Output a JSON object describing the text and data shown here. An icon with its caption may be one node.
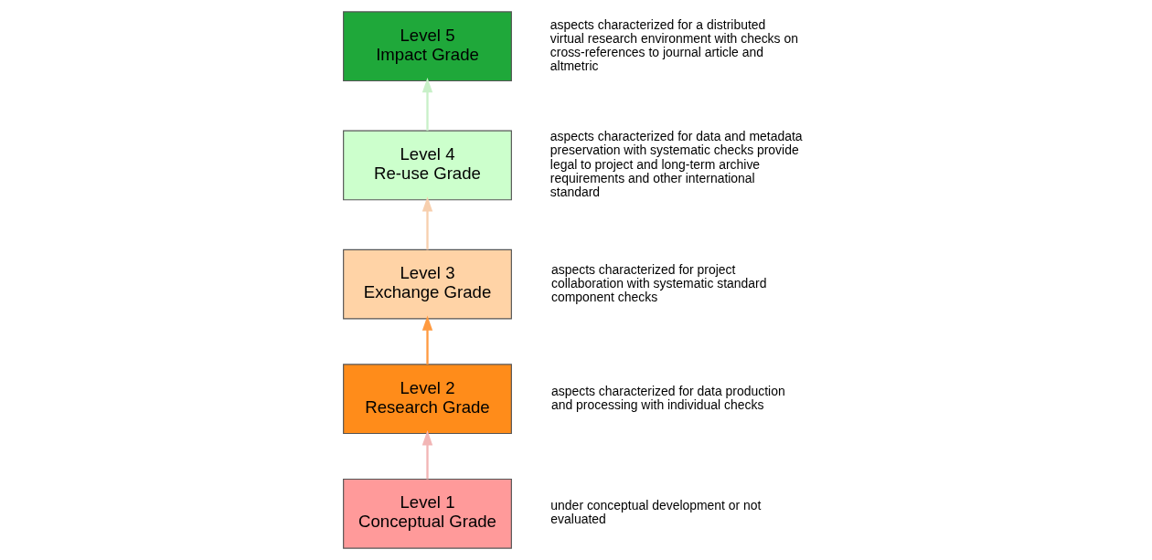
{
  "diagram": {
    "nodes": [
      {
        "text": [
          "Level 1",
          "Conceptual Grade"
        ],
        "beside": [
          "under conceptual development or not evaluated"
        ]
      },
      {
        "text": [
          "Level 2",
          "Research Grade"
        ],
        "beside": [
          "aspects characterized for data production and processing with individual checks"
        ]
      },
      {
        "text": [
          "Level 3",
          "Exchange Grade"
        ],
        "beside": [
          "aspects characterized for project collaboration with systematic standard component checks"
        ]
      },
      {
        "text": [
          "Level 4",
          "Re-use Grade"
        ],
        "beside": [
          "aspects characterized for data and metadata preservation with systematic checks provide legal to project and long-term archive requirements and other international standard"
        ]
      },
      {
        "text": [
          "Level 5",
          "Impact Grade"
        ],
        "beside": [
          "aspects characterized for a distributed virtual research environment with checks on cross-references to journal article and altmetric"
        ]
      }
    ],
    "edges": [
      {
        "from": 0,
        "to": 1,
        "arrow": "to",
        "color": "#f2b5b5"
      },
      {
        "from": 1,
        "to": 2,
        "arrow": "to",
        "color": "#ff9a40"
      },
      {
        "from": 2,
        "to": 3,
        "arrow": "to",
        "color": "#f7cfae"
      },
      {
        "from": 3,
        "to": 4,
        "arrow": "to",
        "color": "#c8f0c8"
      }
    ]
  }
}
